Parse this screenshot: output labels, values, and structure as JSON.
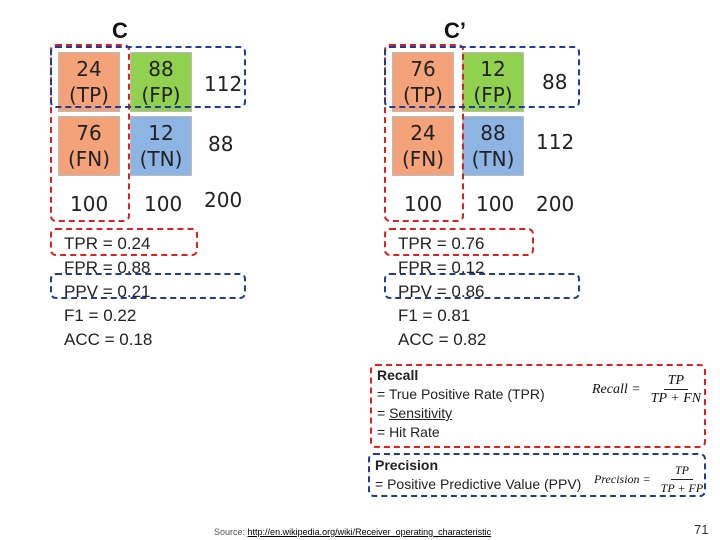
{
  "left": {
    "title": "C",
    "tp": {
      "value": "24",
      "label": "(TP)"
    },
    "fp": {
      "value": "88",
      "label": "(FP)"
    },
    "fn": {
      "value": "76",
      "label": "(FN)"
    },
    "tn": {
      "value": "12",
      "label": "(TN)"
    },
    "row_total_1": "112",
    "row_total_2": "88",
    "col_total_1": "100",
    "col_total_2": "100",
    "grand_total": "200",
    "metrics": [
      "TPR = 0.24",
      "FPR = 0.88",
      "PPV = 0.21",
      "F1 = 0.22",
      "ACC = 0.18"
    ]
  },
  "right": {
    "title": "C’",
    "tp": {
      "value": "76",
      "label": "(TP)"
    },
    "fp": {
      "value": "12",
      "label": "(FP)"
    },
    "fn": {
      "value": "24",
      "label": "(FN)"
    },
    "tn": {
      "value": "88",
      "label": "(TN)"
    },
    "row_total_1": "88",
    "row_total_2": "112",
    "col_total_1": "100",
    "col_total_2": "100",
    "grand_total": "200",
    "metrics": [
      "TPR = 0.76",
      "FPR = 0.12",
      "PPV = 0.86",
      "F1 = 0.81",
      "ACC = 0.82"
    ]
  },
  "recall": {
    "heading": "Recall",
    "line1": "= True Positive Rate (TPR)",
    "line2_prefix": "= ",
    "line2_term": "Sensitivity",
    "line3": "= Hit Rate",
    "formula_lhs": "Recall =",
    "formula_num": "TP",
    "formula_den": "TP + FN"
  },
  "precision": {
    "heading": "Precision",
    "line1": "= Positive Predictive Value (PPV)",
    "formula_lhs": "Precision =",
    "formula_num": "TP",
    "formula_den": "TP + FP"
  },
  "source": {
    "label": "Source:",
    "link": "http://en.wikipedia.org/wiki/Receiver_operating_characteristic"
  },
  "page_number": "71",
  "colors": {
    "tp_fn_fill": "#f4a27a",
    "fp_fill": "#92d050",
    "tn_fill": "#8eb4e3",
    "red_dash": "#e02020",
    "blue_dash": "#1f3c9c"
  }
}
